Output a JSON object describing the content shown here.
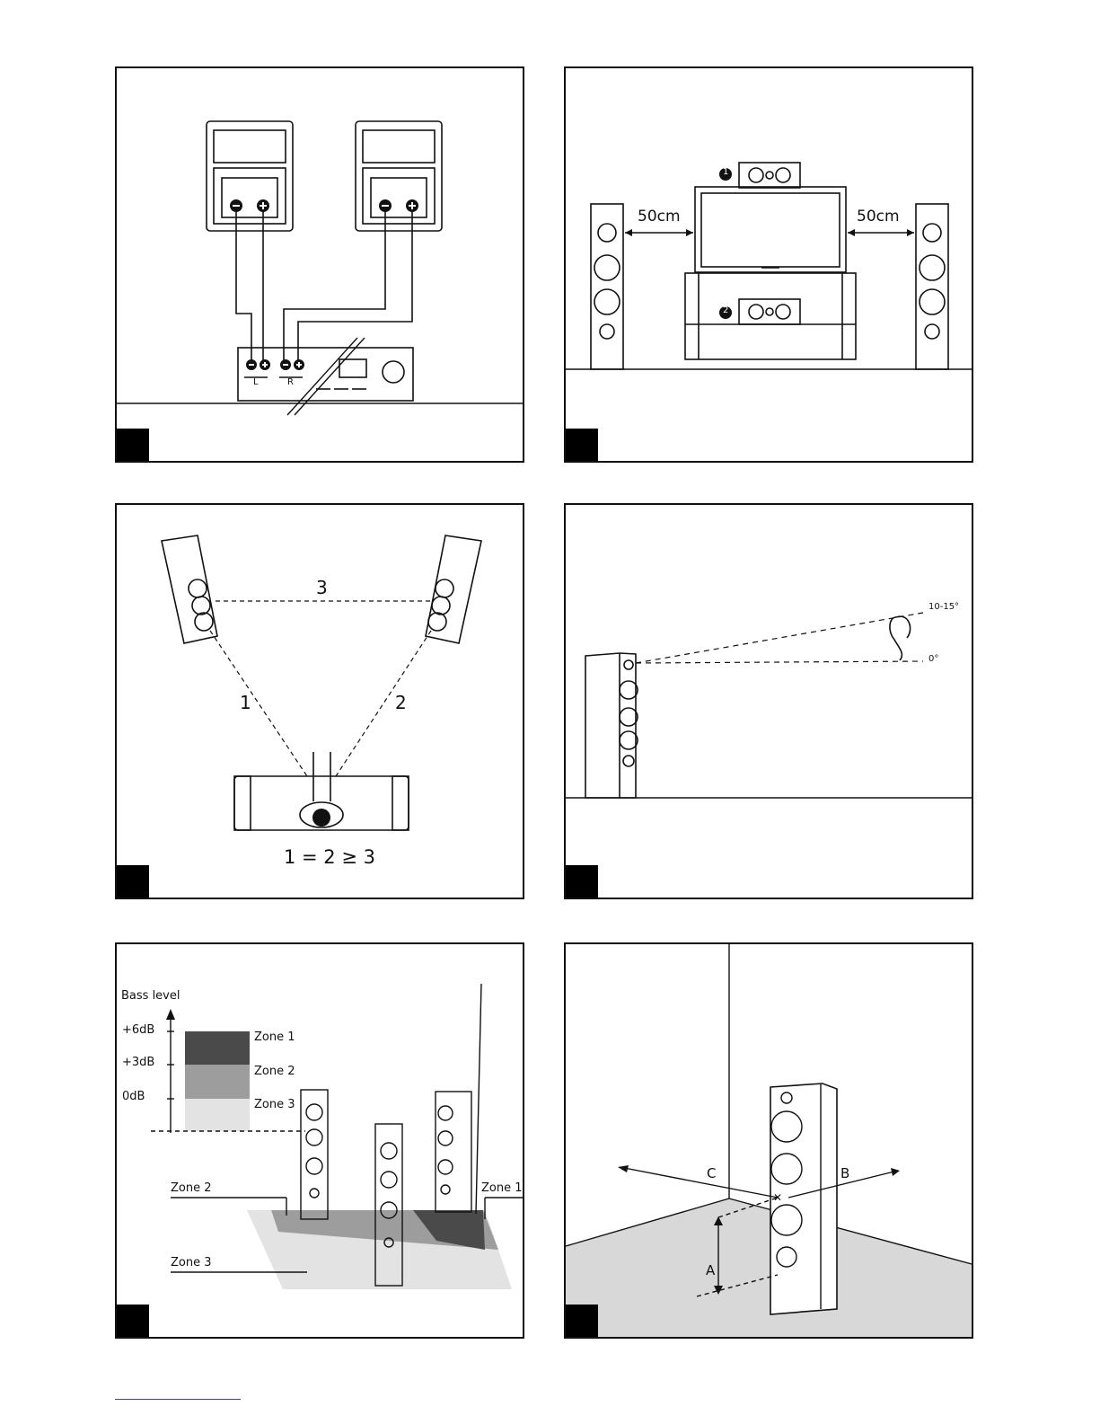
{
  "panel2": {
    "dist_left": "50cm",
    "dist_right": "50cm",
    "badge_top": "1",
    "badge_bottom": "2"
  },
  "panel3": {
    "side_top": "3",
    "side_left": "1",
    "side_right": "2",
    "formula": "1 = 2 ≥ 3"
  },
  "panel4": {
    "angle_high": "10-15°",
    "angle_low": "0°"
  },
  "panel5": {
    "axis_label": "Bass level",
    "ticks": [
      "+6dB",
      "+3dB",
      "0dB"
    ],
    "zones": [
      "Zone 1",
      "Zone 2",
      "Zone 3"
    ],
    "floor_zone_left": "Zone 2",
    "floor_zone_bottom": "Zone 3",
    "floor_zone_right": "Zone 1",
    "colors": {
      "zone1": "#4a4a4a",
      "zone2": "#9a9a9a",
      "zone3": "#e0e0e0"
    }
  },
  "panel6": {
    "label_c": "C",
    "label_b": "B",
    "label_a": "A"
  },
  "panel1": {
    "channel_left": "L",
    "channel_right": "R"
  }
}
